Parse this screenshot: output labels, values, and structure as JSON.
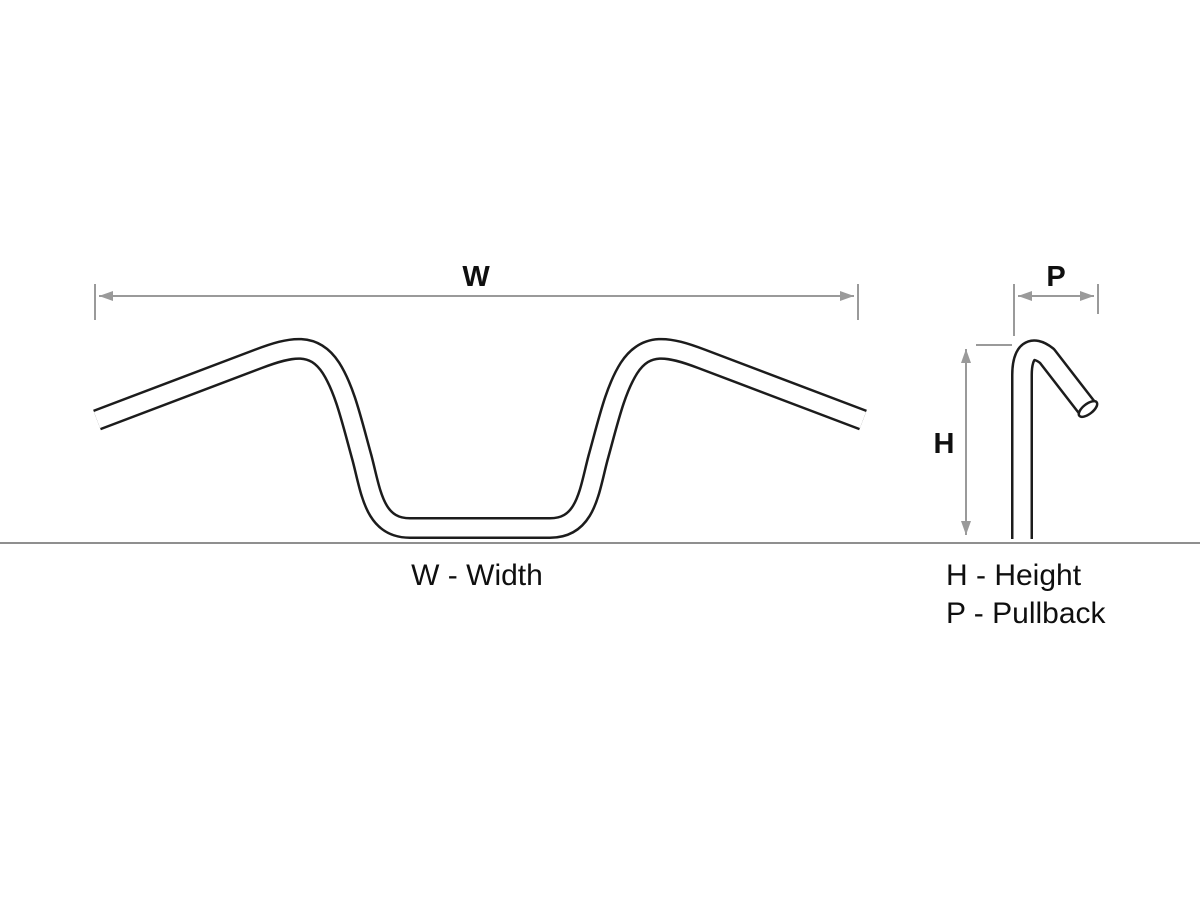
{
  "diagram": {
    "front_view": {
      "width_label": "W",
      "caption": "W - Width"
    },
    "side_view": {
      "height_label": "H",
      "pullback_label": "P"
    },
    "legend": {
      "height_caption": "H - Height",
      "pullback_caption": "P - Pullback"
    },
    "colors": {
      "tube_outline": "#1c1c1c",
      "dimension_line": "#9a9a9a",
      "baseline": "#8f8f8f",
      "text": "#0f0f0f",
      "background": "#ffffff"
    }
  }
}
